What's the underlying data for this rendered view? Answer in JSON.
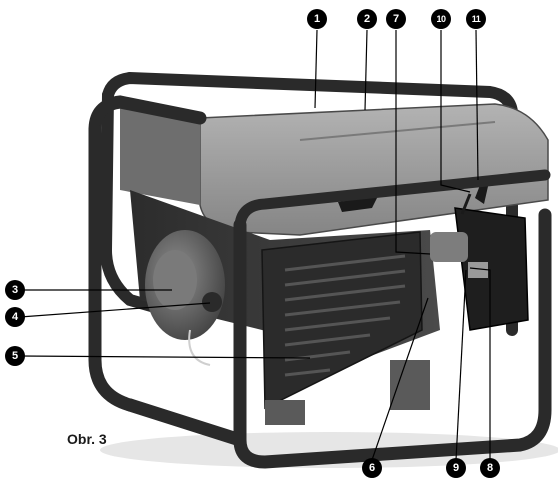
{
  "callouts": {
    "c1": "1",
    "c2": "2",
    "c3": "3",
    "c4": "4",
    "c5": "5",
    "c6": "6",
    "c7": "7",
    "c8": "8",
    "c9": "9",
    "c10": "10",
    "c11": "11"
  },
  "caption": "Obr. 3",
  "colors": {
    "frame": "#2a2a2a",
    "cover": "#9a9a9a",
    "body": "#3a3a3a",
    "callout": "#000000"
  },
  "image": {
    "subject": "generator-photo"
  }
}
